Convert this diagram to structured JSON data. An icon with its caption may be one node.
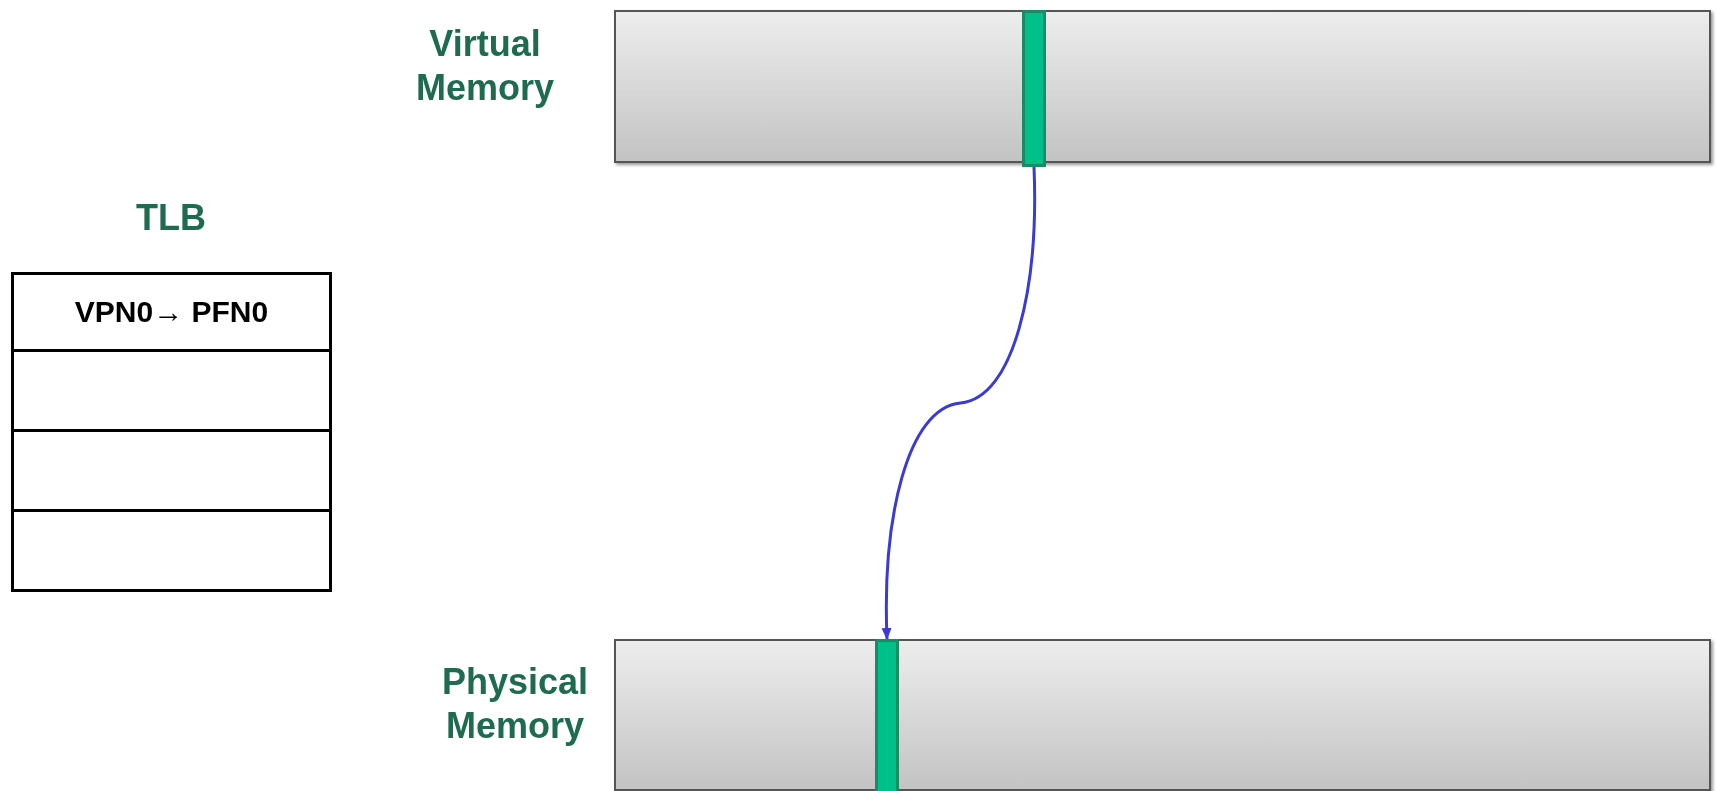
{
  "diagram": {
    "nodes": [
      {
        "text": [
          "Virtual Memory"
        ]
      },
      {
        "text": [],
        "shape": "bar",
        "in": 0
      },
      {
        "text": [
          "Physical Memory"
        ]
      },
      {
        "text": [],
        "shape": "bar",
        "in": 2
      },
      {
        "text": [
          "TLB"
        ]
      },
      {
        "text": [
          "VPN0→ PFN0"
        ],
        "in": 4
      },
      {
        "text": [],
        "shape": "box",
        "in": 4
      },
      {
        "text": [],
        "shape": "box",
        "in": 4
      },
      {
        "text": [],
        "shape": "box",
        "in": 4
      }
    ],
    "edges": [
      {
        "from": 1,
        "to": 3,
        "arrow": "to"
      }
    ]
  }
}
